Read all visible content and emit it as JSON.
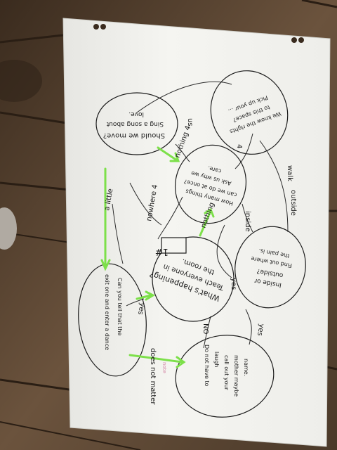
{
  "bubbles": {
    "whats_happening": [
      "What's happening?",
      "Teach everyone in",
      "the room."
    ],
    "should_we_move": [
      "Should we move?",
      "Sing a song about",
      "love."
    ],
    "how_many_things": [
      "How many things",
      "can we do at once?",
      "Ask us why we",
      "care."
    ],
    "we_know": [
      "We know the rights",
      "to this space?",
      "Pick up your ..."
    ],
    "inside_outside": [
      "Inside or",
      "outside?",
      "Find out where",
      "the pain is."
    ],
    "do_not_have": [
      "Do not have to",
      "laugh",
      "call out your",
      "mother maybe",
      "name."
    ],
    "can_you_tell": [
      "Can you tell that the",
      "exit one and enter a dance"
    ]
  },
  "labels": {
    "number_badge": "1#",
    "nothing": "nothing",
    "nothing_4": "nothing 4",
    "a_little": "a little",
    "nowhere_4": "nowhere 4",
    "us": "us",
    "four": "4",
    "walk": "walk",
    "inside": "inside",
    "outside": "outside",
    "yes": "yes",
    "no": "NO",
    "yes_2": "yes",
    "does_not_matter": "does not matter",
    "pink_note": "note"
  },
  "colors": {
    "paper": "#f3f3ef",
    "ink": "#1c1c1c",
    "green_arrow": "#7de04a",
    "pink": "#d48aa8",
    "floor_dark": "#3b2c1f",
    "floor_light": "#7a614a"
  }
}
